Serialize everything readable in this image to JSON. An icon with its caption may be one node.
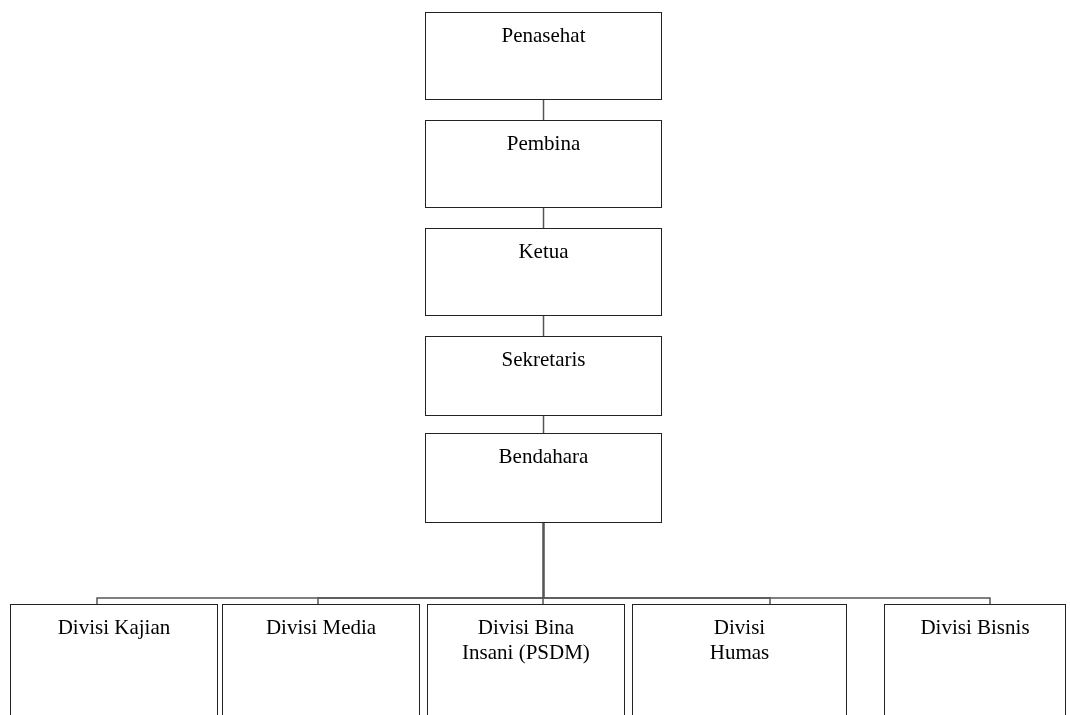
{
  "diagram": {
    "nodes": [
      {
        "text": [
          "Penasehat"
        ]
      },
      {
        "text": [
          "Pembina"
        ]
      },
      {
        "text": [
          "Ketua"
        ]
      },
      {
        "text": [
          "Sekretaris"
        ]
      },
      {
        "text": [
          "Bendahara"
        ]
      },
      {
        "text": [
          "Divisi Kajian"
        ]
      },
      {
        "text": [
          "Divisi Media"
        ]
      },
      {
        "text": [
          "Divisi Bina Insani (PSDM)"
        ]
      },
      {
        "text": [
          "Divisi Humas"
        ]
      },
      {
        "text": [
          "Divisi Bisnis"
        ]
      }
    ],
    "edges": [
      {
        "from": 0,
        "to": 1,
        "arrow": "none"
      },
      {
        "from": 1,
        "to": 2,
        "arrow": "none"
      },
      {
        "from": 2,
        "to": 3,
        "arrow": "none"
      },
      {
        "from": 3,
        "to": 4,
        "arrow": "none"
      },
      {
        "from": 4,
        "to": 5,
        "arrow": "none"
      },
      {
        "from": 4,
        "to": 6,
        "arrow": "none"
      },
      {
        "from": 4,
        "to": 7,
        "arrow": "none"
      },
      {
        "from": 4,
        "to": 8,
        "arrow": "none"
      },
      {
        "from": 4,
        "to": 9,
        "arrow": "none"
      }
    ]
  }
}
